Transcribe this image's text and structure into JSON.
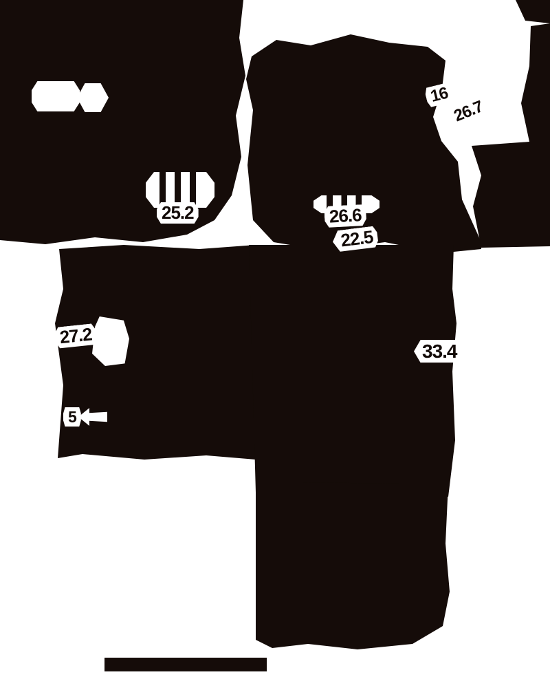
{
  "map": {
    "background_color": "#ffffff",
    "land_color": "#150c09",
    "label_text_color": "#120a07",
    "label_halo_color": "#ffffff",
    "labels": [
      {
        "value": "16"
      },
      {
        "value": "26.7"
      },
      {
        "value": "25.2"
      },
      {
        "value": "26.6"
      },
      {
        "value": "22.5"
      },
      {
        "value": "27.2"
      },
      {
        "value": "33.4"
      },
      {
        "value": "5"
      }
    ]
  }
}
